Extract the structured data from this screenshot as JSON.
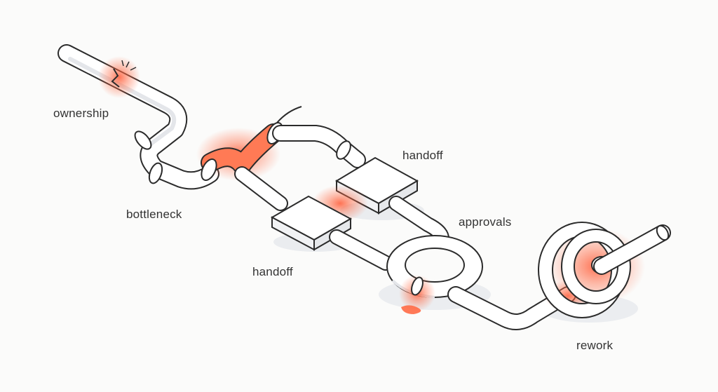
{
  "labels": {
    "ownership": "ownership",
    "bottleneck": "bottleneck",
    "handoff_top": "handoff",
    "handoff_bottom": "handoff",
    "approvals": "approvals",
    "rework": "rework"
  },
  "colors": {
    "pipe_fill": "#ffffff",
    "pipe_stroke": "#2b2b2b",
    "pipe_shade": "#e4e6ea",
    "hotspot": "#ff5a36",
    "background": "#fbfbfa"
  }
}
